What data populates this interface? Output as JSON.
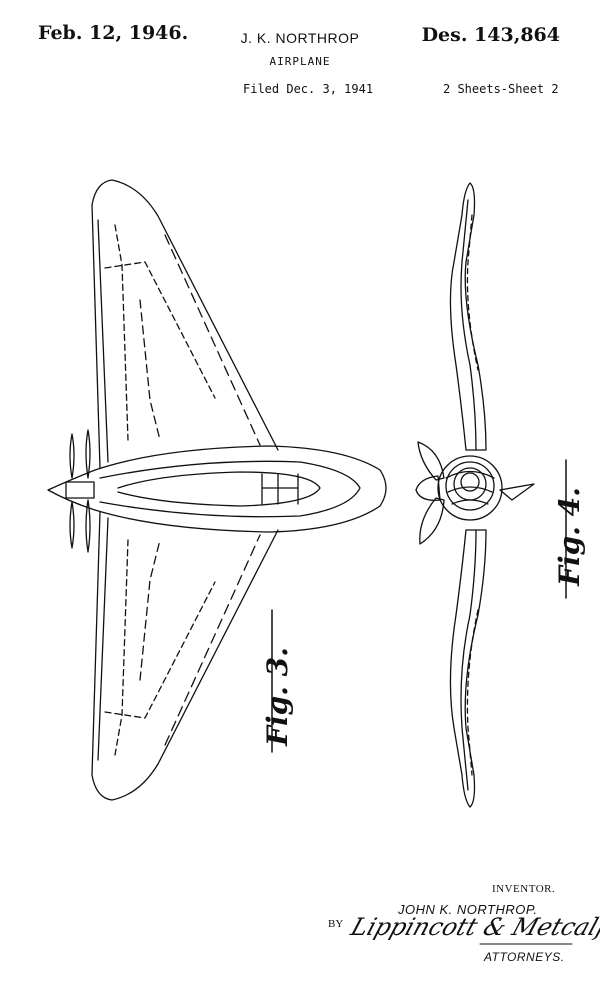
{
  "header": {
    "date": "Feb. 12, 1946.",
    "inventor": "J. K. NORTHROP",
    "patent_number": "Des. 143,864",
    "title": "AIRPLANE",
    "filed": "Filed Dec. 3, 1941",
    "sheets": "2 Sheets-Sheet 2"
  },
  "figures": {
    "fig3_label": "Fig. 3.",
    "fig4_label": "Fig. 4."
  },
  "footer": {
    "inventor_label": "INVENTOR.",
    "inventor_name": "JOHN K. NORTHROP.",
    "by_label": "BY",
    "attorney_signature": "Lippincott & Metcalf",
    "attorneys_label": "ATTORNEYS."
  }
}
